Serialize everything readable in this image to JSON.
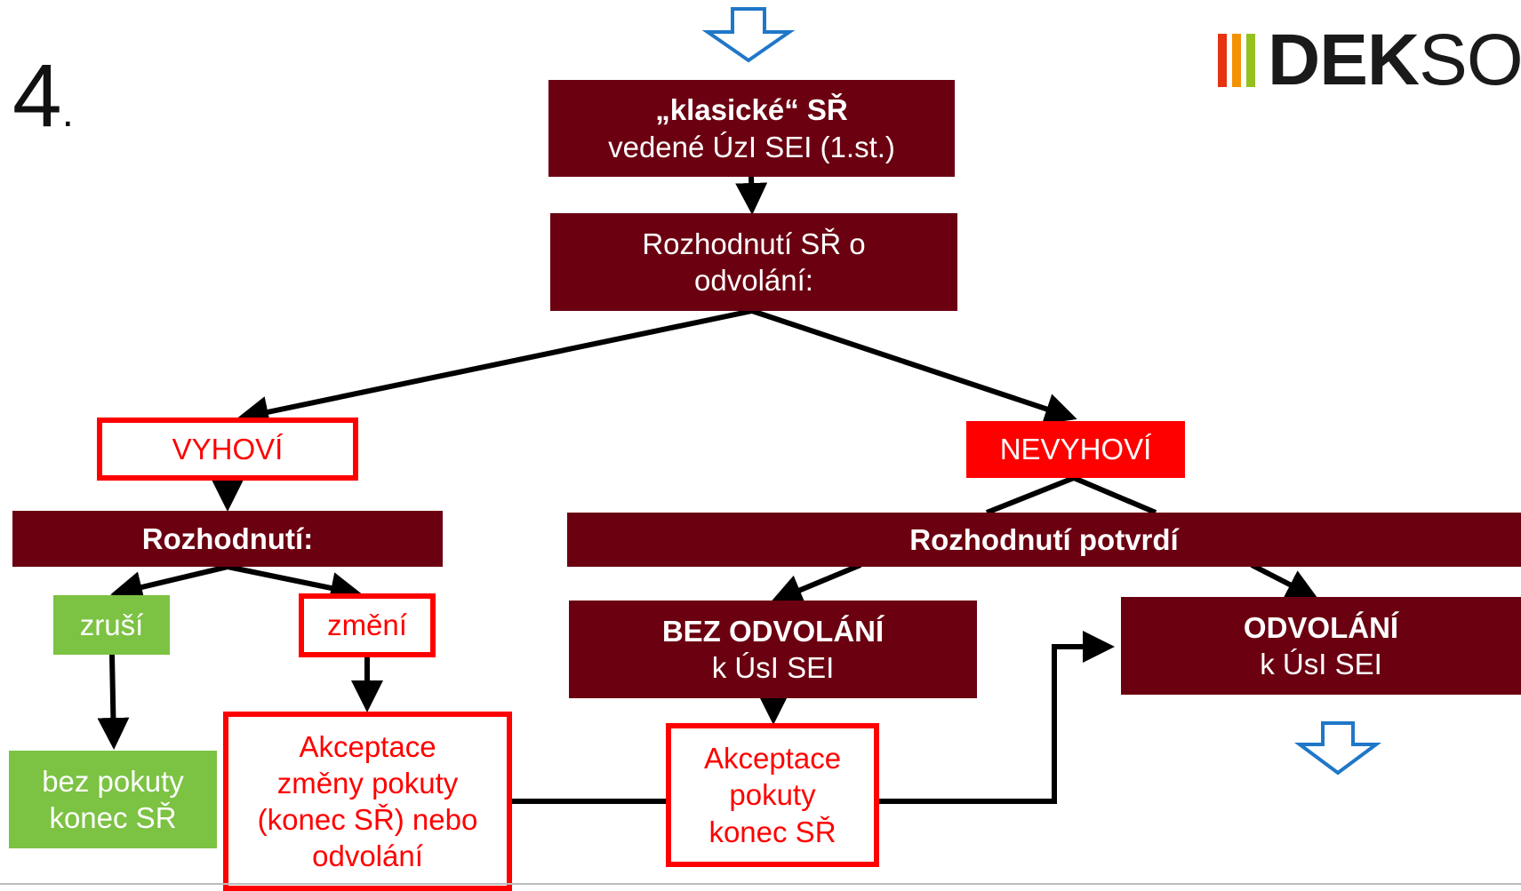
{
  "slide": {
    "number": "4",
    "number_dot": "."
  },
  "logo": {
    "bold": "DEK",
    "light": "SO",
    "bar_colors": [
      "#e63312",
      "#f39200",
      "#95c11f"
    ]
  },
  "colors": {
    "dark_box": "#6b0011",
    "green_box": "#7cc243",
    "red": "#ff0000",
    "arrow_blue": "#1f77c8",
    "connector": "#000000"
  },
  "nodes": {
    "klasicke": {
      "line1": "„klasické“ SŘ",
      "line2": "vedené ÚzI SEI (1.st.)"
    },
    "rozhodnuti_o_odvolani": {
      "line1": "Rozhodnutí SŘ o",
      "line2": "odvolání:"
    },
    "vyhovi": {
      "label": "VYHOVÍ"
    },
    "nevyhovi": {
      "label": "NEVYHOVÍ"
    },
    "rozhodnuti": {
      "label": "Rozhodnutí:"
    },
    "rozhodnuti_potvrdi": {
      "label": "Rozhodnutí  potvrdí"
    },
    "zrusi": {
      "label": "zruší"
    },
    "zmeni": {
      "label": "změní"
    },
    "bez_odvolani": {
      "line1": "BEZ ODVOLÁNÍ",
      "line2": "k ÚsI SEI"
    },
    "odvolani": {
      "line1": "ODVOLÁNÍ",
      "line2": "k ÚsI SEI"
    },
    "bez_pokuty": {
      "line1": "bez pokuty",
      "line2": "konec SŘ"
    },
    "akceptace_zmeny": {
      "line1": "Akceptace",
      "line2": "změny pokuty",
      "line3": "(konec SŘ) nebo",
      "line4": "odvolání"
    },
    "akceptace_pokuty": {
      "line1": "Akceptace",
      "line2": "pokuty",
      "line3": "konec SŘ"
    }
  }
}
